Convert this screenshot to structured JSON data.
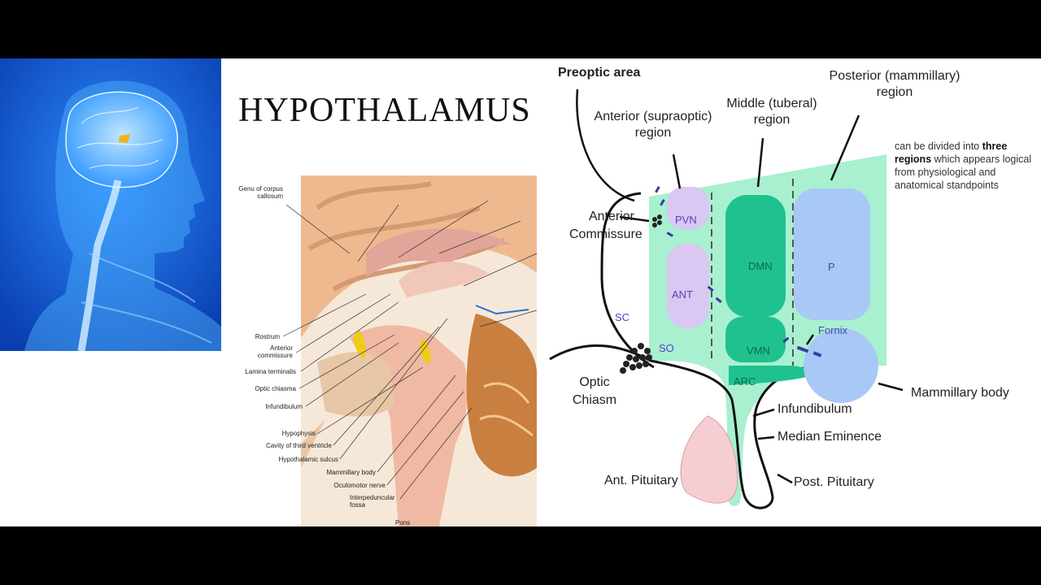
{
  "title": "HYPOTHALAMUS",
  "left_anatomy_labels": {
    "genu": "Genu of corpus callosum",
    "rostrum": "Rostrum",
    "anterior_commissure": "Anterior commissure",
    "lamina_terminalis": "Lamina terminalis",
    "optic_chiasma": "Optic chiasma",
    "infundibulum": "Infundibulum",
    "hypophysis": "Hypophysis",
    "third_ventricle": "Cavity of third ventricle",
    "hypothalamic_sulcus": "Hypothalamic sulcus",
    "mammillary_body": "Mammillary body",
    "oculomotor_nerve": "Oculomotor nerve",
    "interpeduncular_fossa": "Interpeduncular fossa",
    "pons": "Pons"
  },
  "right_diagram": {
    "preoptic_area": "Preoptic area",
    "anterior_region": "Anterior (supraoptic) region",
    "middle_region": "Middle (tuberal) region",
    "posterior_region": "Posterior (mammillary) region",
    "note_pre": "can be divided into ",
    "note_bold_1": "three",
    "note_bold_2": "regions",
    "note_post": " which appears logical from physiological and anatomical standpoints",
    "anterior_commissure": "Anterior Commissure",
    "sc": "SC",
    "optic_chiasm": "Optic Chiasm",
    "pvn": "PVN",
    "ant": "ANT",
    "so": "SO",
    "dmn": "DMN",
    "vmn": "VMN",
    "arc": "ARC",
    "p": "P",
    "fornix": "Fornix",
    "mammillary_body": "Mammillary body",
    "infundibulum": "Infundibulum",
    "median_eminence": "Median Eminence",
    "ant_pituitary": "Ant. Pituitary",
    "post_pituitary": "Post. Pituitary"
  },
  "colors": {
    "head_bg": "#0a3fb0",
    "hypothalamus_highlight": "#f2b21c",
    "hypothalamus_region": "#a8f0d0",
    "anterior_nuclei": "#d8c8f2",
    "middle_nuclei": "#1fc18f",
    "posterior_nuclei": "#a8c8f6",
    "ant_pituitary": "#f6cdd2"
  },
  "icons": [
    "human-head-brain-illustration",
    "midsagittal-brain-section-illustration"
  ]
}
